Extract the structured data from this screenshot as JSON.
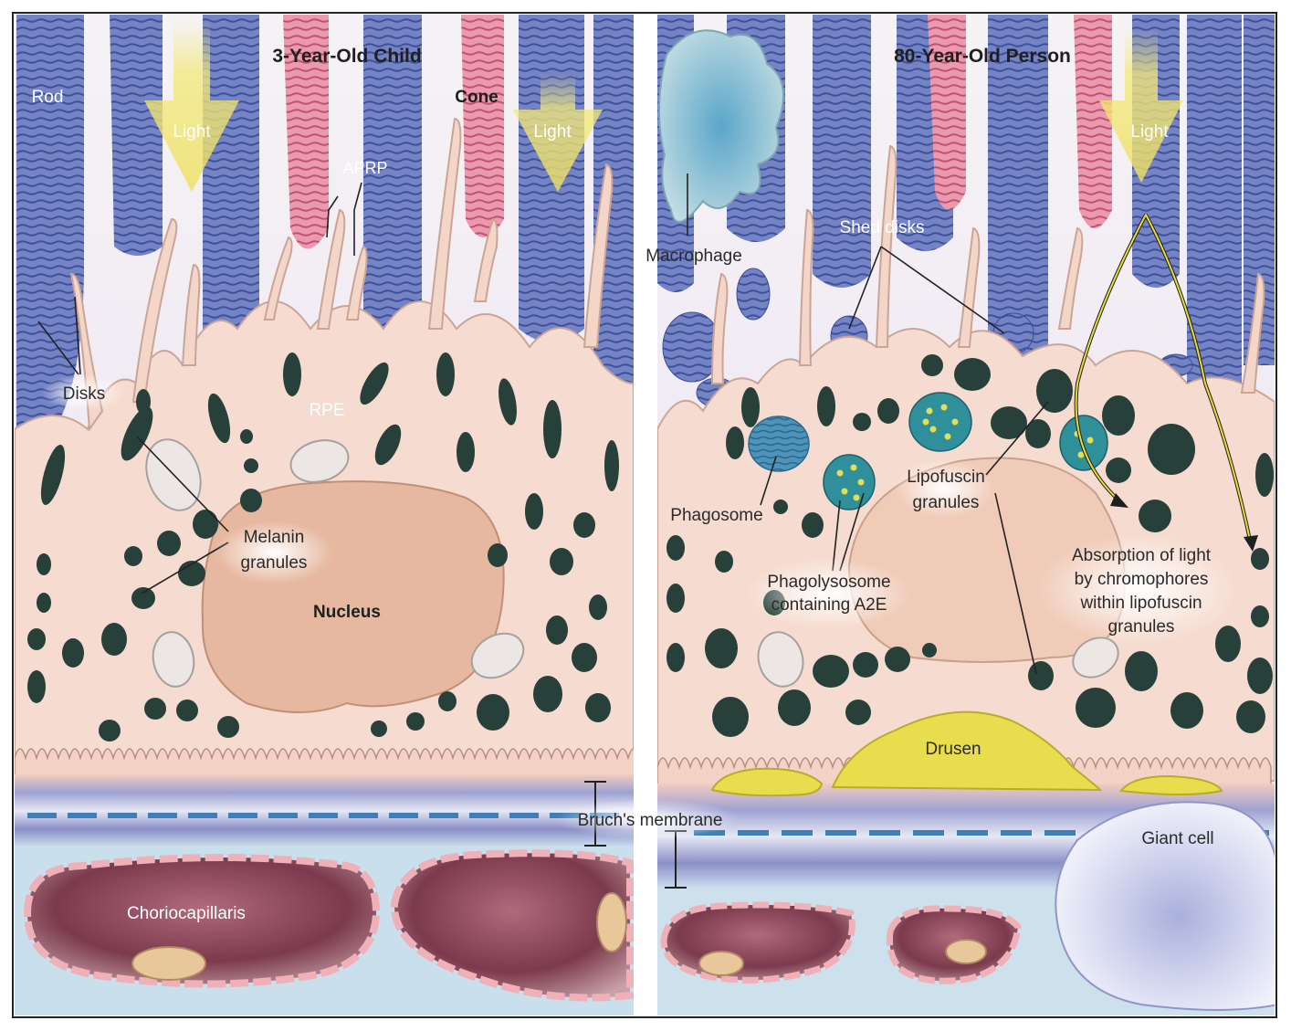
{
  "panels": {
    "left": {
      "title": "3-Year-Old Child"
    },
    "right": {
      "title": "80-Year-Old Person"
    }
  },
  "labels": {
    "rod": "Rod",
    "cone": "Cone",
    "light": "Light",
    "aprp": "APRP",
    "disks": "Disks",
    "rpe": "RPE",
    "melanin_1": "Melanin",
    "melanin_2": "granules",
    "nucleus": "Nucleus",
    "bruchs_membrane": "Bruch's membrane",
    "choriocapillaris": "Choriocapillaris",
    "macrophage": "Macrophage",
    "shed_disks": "Shed disks",
    "phagosome": "Phagosome",
    "lipofuscin_1": "Lipofuscin",
    "lipofuscin_2": "granules",
    "phagolysosome_1": "Phagolysosome",
    "phagolysosome_2": "containing A2E",
    "absorption_1": "Absorption of light",
    "absorption_2": "by chromophores",
    "absorption_3": "within lipofuscin",
    "absorption_4": "granules",
    "drusen": "Drusen",
    "giant_cell": "Giant cell"
  },
  "colors": {
    "rod_blue": "#6f7fc0",
    "cone_pink": "#e0889f",
    "rpe_cell": "#f6dcd0",
    "nucleus": "#e7b9a0",
    "melanin": "#27403a",
    "lipofuscin_teal": "#2f8f9a",
    "drusen_yellow": "#e8de4d",
    "bruch_band": "#8f92c6",
    "choriocapillaris": "#8c4a5c",
    "light_yellow": "#f1e36a"
  }
}
